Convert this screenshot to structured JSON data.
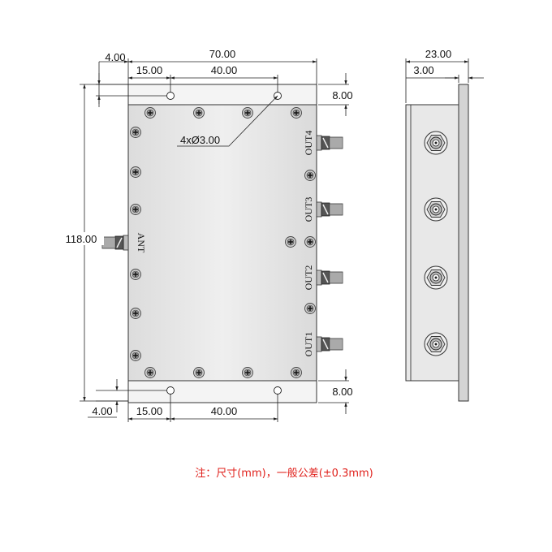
{
  "dimensions": {
    "overall_width": "70.00",
    "edge_hole_offset": "4.00",
    "hole_x_offset": "15.00",
    "hole_spacing": "40.00",
    "flange_height": "8.00",
    "overall_height": "118.00",
    "hole_spec": "4xØ3.00",
    "side_depth": "23.00",
    "side_flange": "3.00"
  },
  "connectors": {
    "input": "ANT",
    "outputs": [
      "OUT4",
      "OUT3",
      "OUT2",
      "OUT1"
    ]
  },
  "note": "注：尺寸(mm)，一般公差(±0.3mm)",
  "colors": {
    "note": "#e0201b",
    "body": "#e6e6e6",
    "line": "#222222"
  }
}
